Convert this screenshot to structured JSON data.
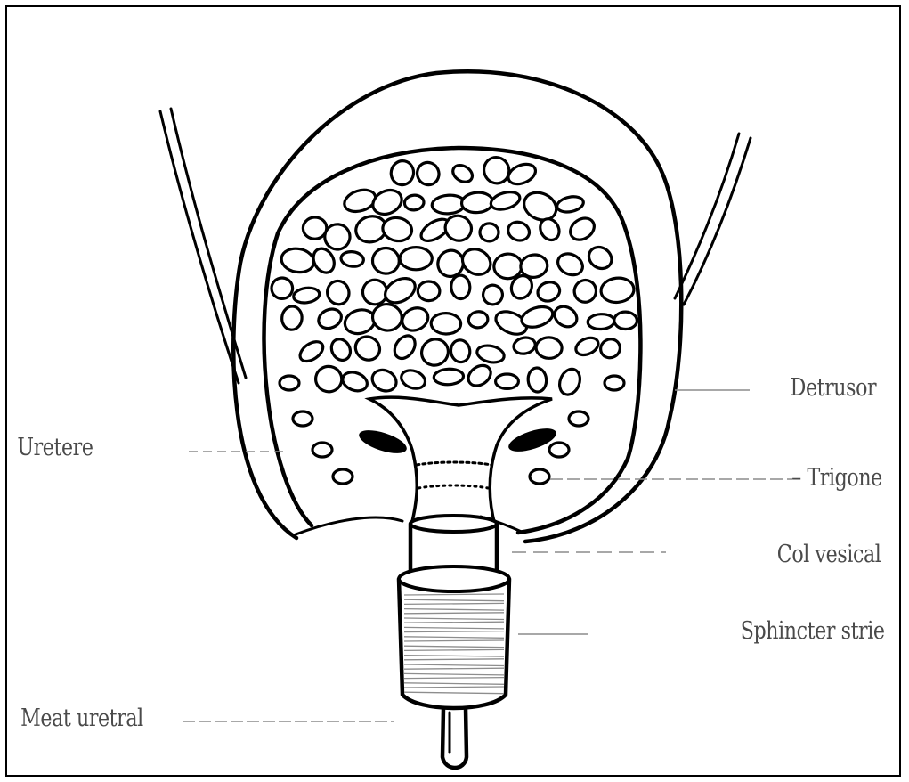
{
  "figure": {
    "labels": {
      "detrusor": "Detrusor",
      "uretere": "Uretere",
      "trigone": "– Trigone",
      "col_vesical": "Col vesical",
      "sphincter_strie": "Sphincter strie",
      "meat_uretral": "Meat uretral"
    }
  }
}
